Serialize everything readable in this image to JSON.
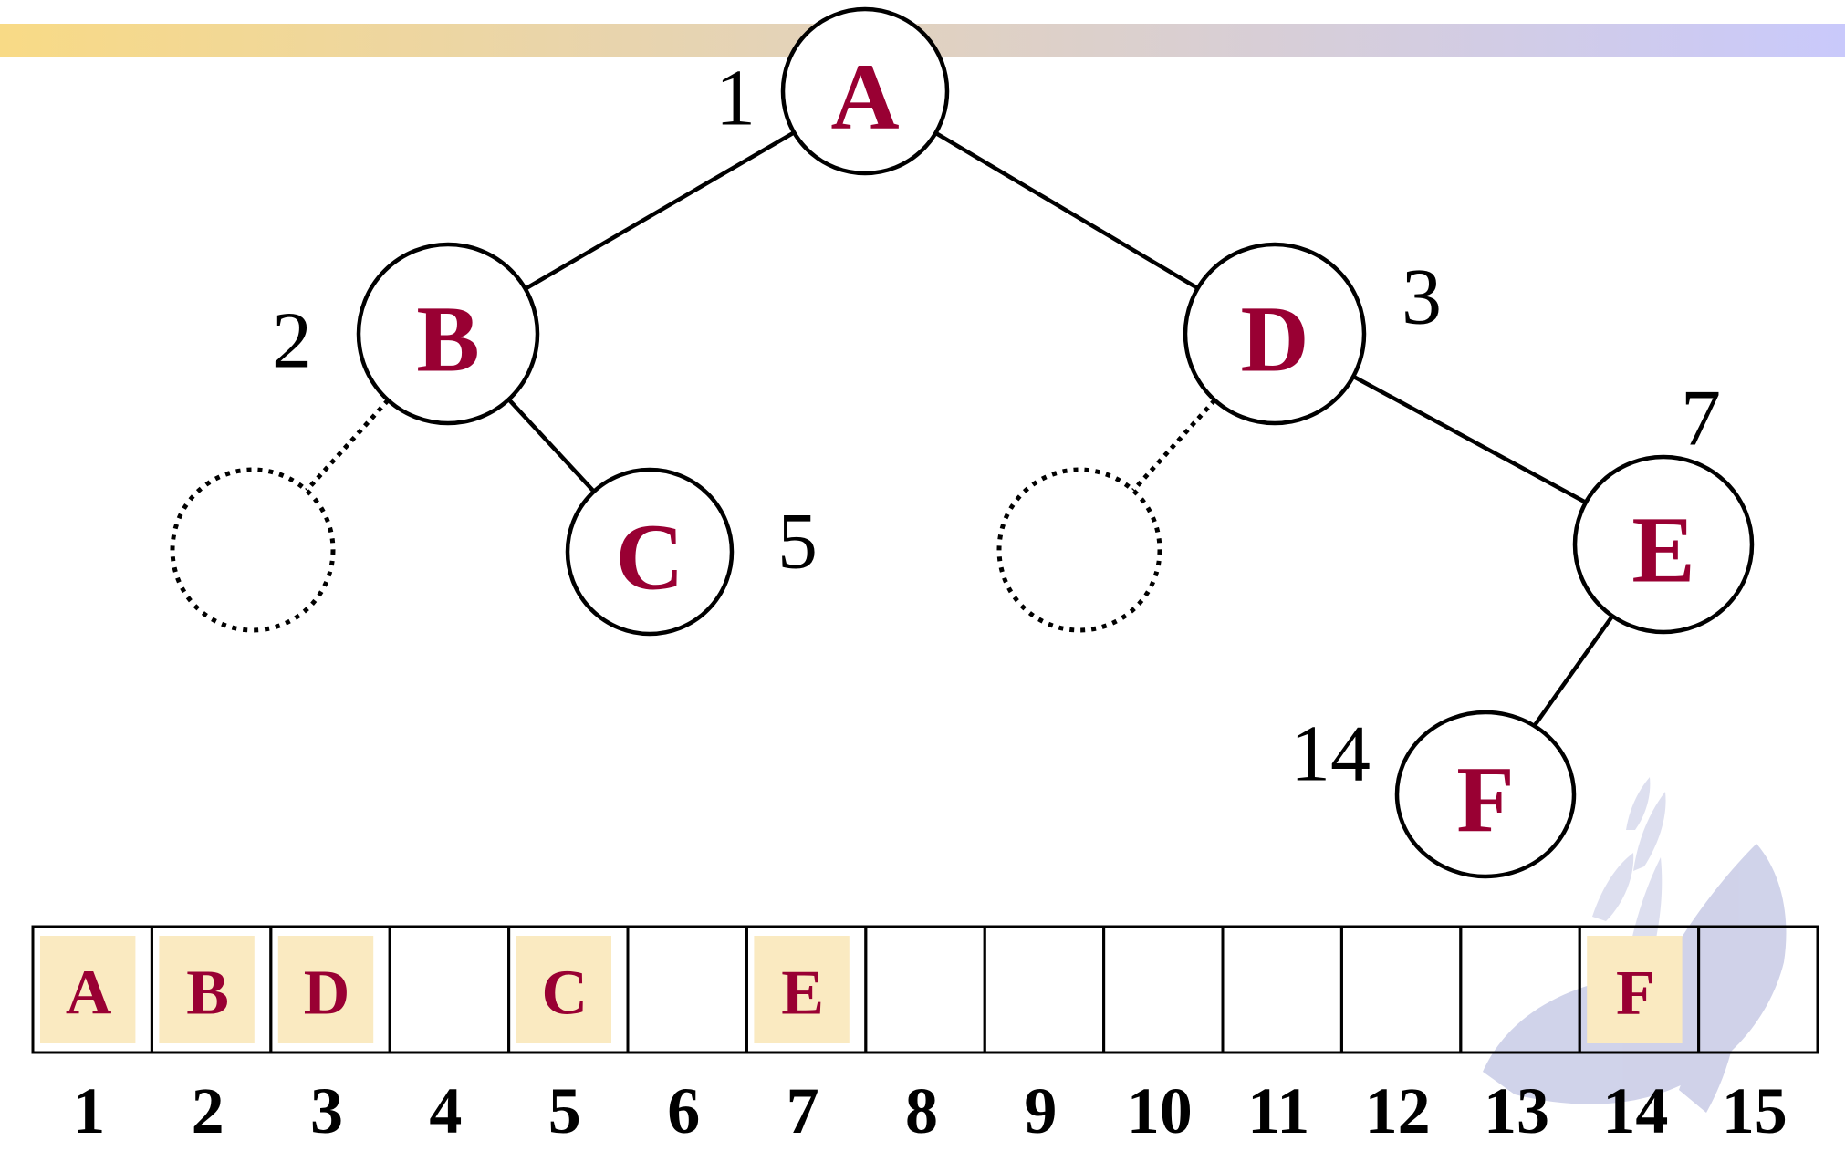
{
  "colors": {
    "letter": "#990033",
    "banner_start": "#f8da86",
    "banner_end": "#c9c9fb",
    "cell_highlight": "#faeac1",
    "watermark": "#c8cbe6"
  },
  "tree": {
    "nodes": [
      {
        "id": "A",
        "label": "A",
        "index": "1",
        "empty": false
      },
      {
        "id": "B",
        "label": "B",
        "index": "2",
        "empty": false
      },
      {
        "id": "D",
        "label": "D",
        "index": "3",
        "empty": false
      },
      {
        "id": "Bl",
        "label": "",
        "index": "",
        "empty": true
      },
      {
        "id": "C",
        "label": "C",
        "index": "5",
        "empty": false
      },
      {
        "id": "Dl",
        "label": "",
        "index": "",
        "empty": true
      },
      {
        "id": "E",
        "label": "E",
        "index": "7",
        "empty": false
      },
      {
        "id": "F",
        "label": "F",
        "index": "14",
        "empty": false
      }
    ],
    "edges": [
      {
        "from": "A",
        "to": "B",
        "dotted": false
      },
      {
        "from": "A",
        "to": "D",
        "dotted": false
      },
      {
        "from": "B",
        "to": "Bl",
        "dotted": true
      },
      {
        "from": "B",
        "to": "C",
        "dotted": false
      },
      {
        "from": "D",
        "to": "Dl",
        "dotted": true
      },
      {
        "from": "D",
        "to": "E",
        "dotted": false
      },
      {
        "from": "E",
        "to": "F",
        "dotted": false
      }
    ]
  },
  "array": {
    "cells": [
      "A",
      "B",
      "D",
      "",
      "C",
      "",
      "E",
      "",
      "",
      "",
      "",
      "",
      "",
      "F",
      ""
    ],
    "indices": [
      "1",
      "2",
      "3",
      "4",
      "5",
      "6",
      "7",
      "8",
      "9",
      "10",
      "11",
      "12",
      "13",
      "14",
      "15"
    ]
  }
}
